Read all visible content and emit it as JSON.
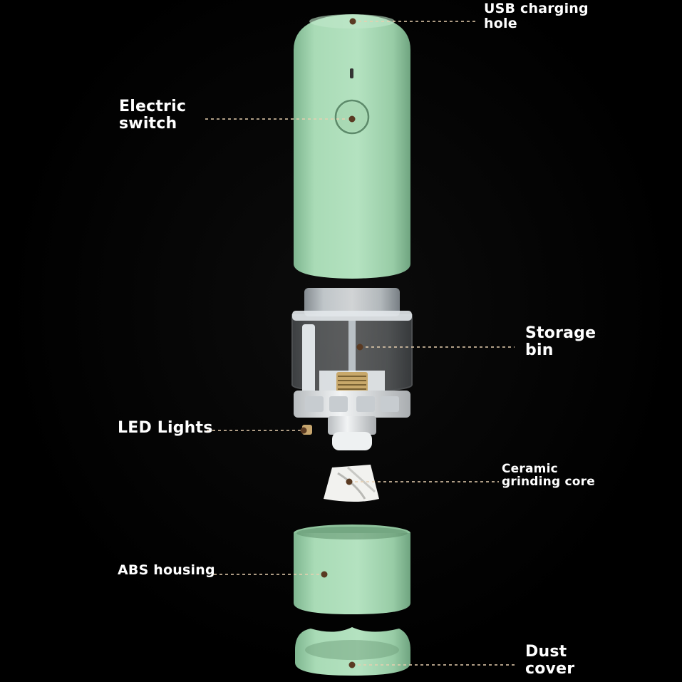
{
  "colors": {
    "background": "#000000",
    "body_green": "#a8d8b4",
    "leader_line": "#e8d0b0",
    "dot": "#5a3a22"
  },
  "labels": {
    "usb": [
      "USB charging",
      "hole"
    ],
    "switch": [
      "Electric",
      "switch"
    ],
    "storage": [
      "Storage",
      "bin"
    ],
    "led": "LED Lights",
    "ceramic": [
      "Ceramic",
      "grinding core"
    ],
    "abs": "ABS housing",
    "dust": [
      "Dust",
      "cover"
    ]
  }
}
